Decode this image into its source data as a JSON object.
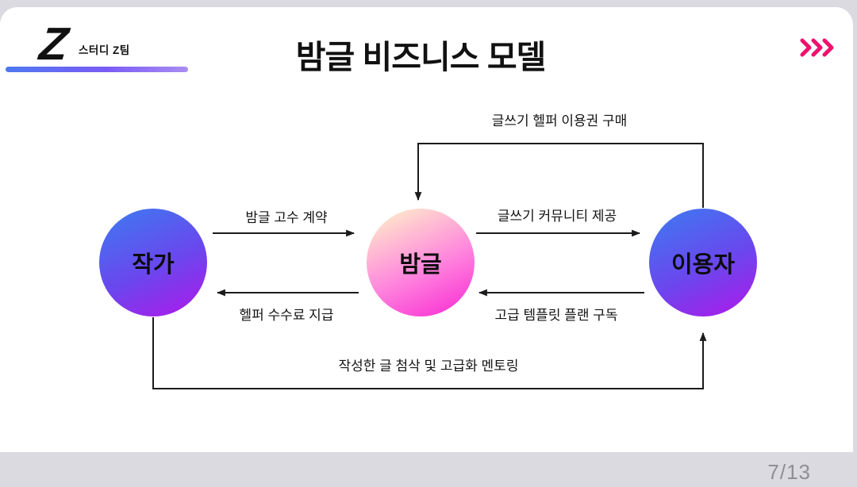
{
  "header": {
    "logo_letter": "Z",
    "team_label": "스터디 Z팀",
    "title": "밤글 비즈니스 모델"
  },
  "icons": {
    "next": "triple-chevron-right"
  },
  "diagram": {
    "nodes": [
      {
        "id": "writer",
        "label": "작가",
        "color_gradient": [
          "#3c7cf0",
          "#b117e9"
        ]
      },
      {
        "id": "bamgeul",
        "label": "밤글",
        "color_gradient": [
          "#ffedca",
          "#f926d3"
        ]
      },
      {
        "id": "user",
        "label": "이용자",
        "color_gradient": [
          "#3c7cf0",
          "#b117e9"
        ]
      }
    ],
    "edges": [
      {
        "from": "작가",
        "to": "밤글",
        "label": "밤글 고수 계약"
      },
      {
        "from": "밤글",
        "to": "작가",
        "label": "헬퍼 수수료 지급"
      },
      {
        "from": "밤글",
        "to": "이용자",
        "label": "글쓰기 커뮤니티 제공"
      },
      {
        "from": "이용자",
        "to": "밤글",
        "label": "고급 템플릿 플랜 구독"
      },
      {
        "from": "이용자",
        "to": "밤글",
        "label": "글쓰기 헬퍼 이용권 구매"
      },
      {
        "from": "작가",
        "to": "이용자",
        "label": "작성한 글 첨삭 및 고급화 멘토링"
      }
    ]
  },
  "page": {
    "page_indicator": "7/13"
  },
  "colors": {
    "slide_background": "#ffffff",
    "outer_background": "#dcdae1",
    "accent_pink": "#ef116e",
    "underline_gradient": [
      "#4d79f0",
      "#a88df2"
    ],
    "arrow_stroke": "#1b1b1b",
    "page_indicator_gray": "#8f8d95"
  }
}
